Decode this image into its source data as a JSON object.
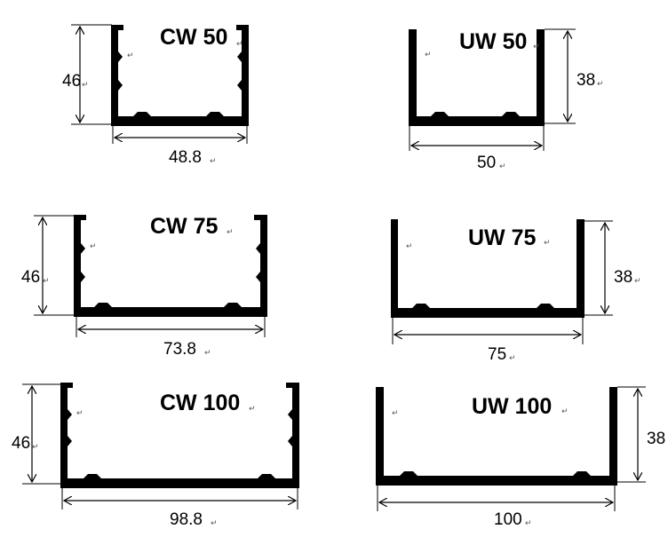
{
  "profiles": [
    {
      "id": "cw50",
      "type": "CW",
      "title": "CW 50",
      "height_label": "46",
      "width_label": "48.8"
    },
    {
      "id": "uw50",
      "type": "UW",
      "title": "UW 50",
      "height_label": "38",
      "width_label": "50"
    },
    {
      "id": "cw75",
      "type": "CW",
      "title": "CW 75",
      "height_label": "46",
      "width_label": "73.8"
    },
    {
      "id": "uw75",
      "type": "UW",
      "title": "UW 75",
      "height_label": "38",
      "width_label": "75"
    },
    {
      "id": "cw100",
      "type": "CW",
      "title": "CW 100",
      "height_label": "46",
      "width_label": "98.8"
    },
    {
      "id": "uw100",
      "type": "UW",
      "title": "UW 100",
      "height_label": "38",
      "width_label": "100"
    }
  ],
  "paragraph_mark": "↵",
  "colors": {
    "profile": "#000000",
    "background": "#ffffff"
  }
}
